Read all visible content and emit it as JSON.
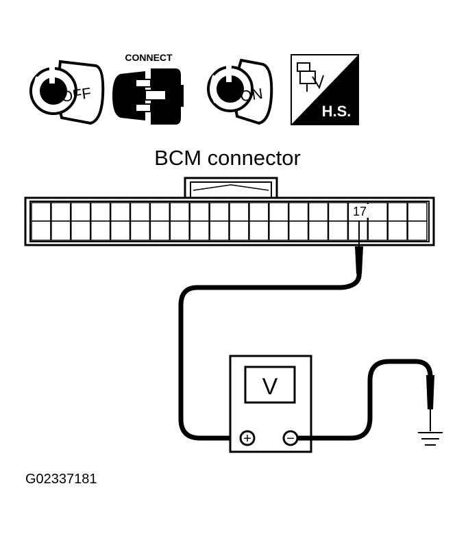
{
  "icons": {
    "ignition_off": {
      "icon": "ignition-key-off-icon",
      "label": "OFF"
    },
    "connect": {
      "icon": "connector-connect-icon",
      "label": "CONNECT"
    },
    "ignition_on": {
      "icon": "ignition-key-on-icon",
      "label": "ON"
    },
    "hs_tool": {
      "icon": "harness-hs-icon",
      "label": "H.S."
    }
  },
  "connector": {
    "title": "BCM connector",
    "terminal_label": "17"
  },
  "meter": {
    "display": "V",
    "positive_symbol": "+",
    "negative_symbol": "−"
  },
  "figure_code": "G02337181",
  "colors": {
    "ink": "#000000",
    "paper": "#ffffff"
  }
}
